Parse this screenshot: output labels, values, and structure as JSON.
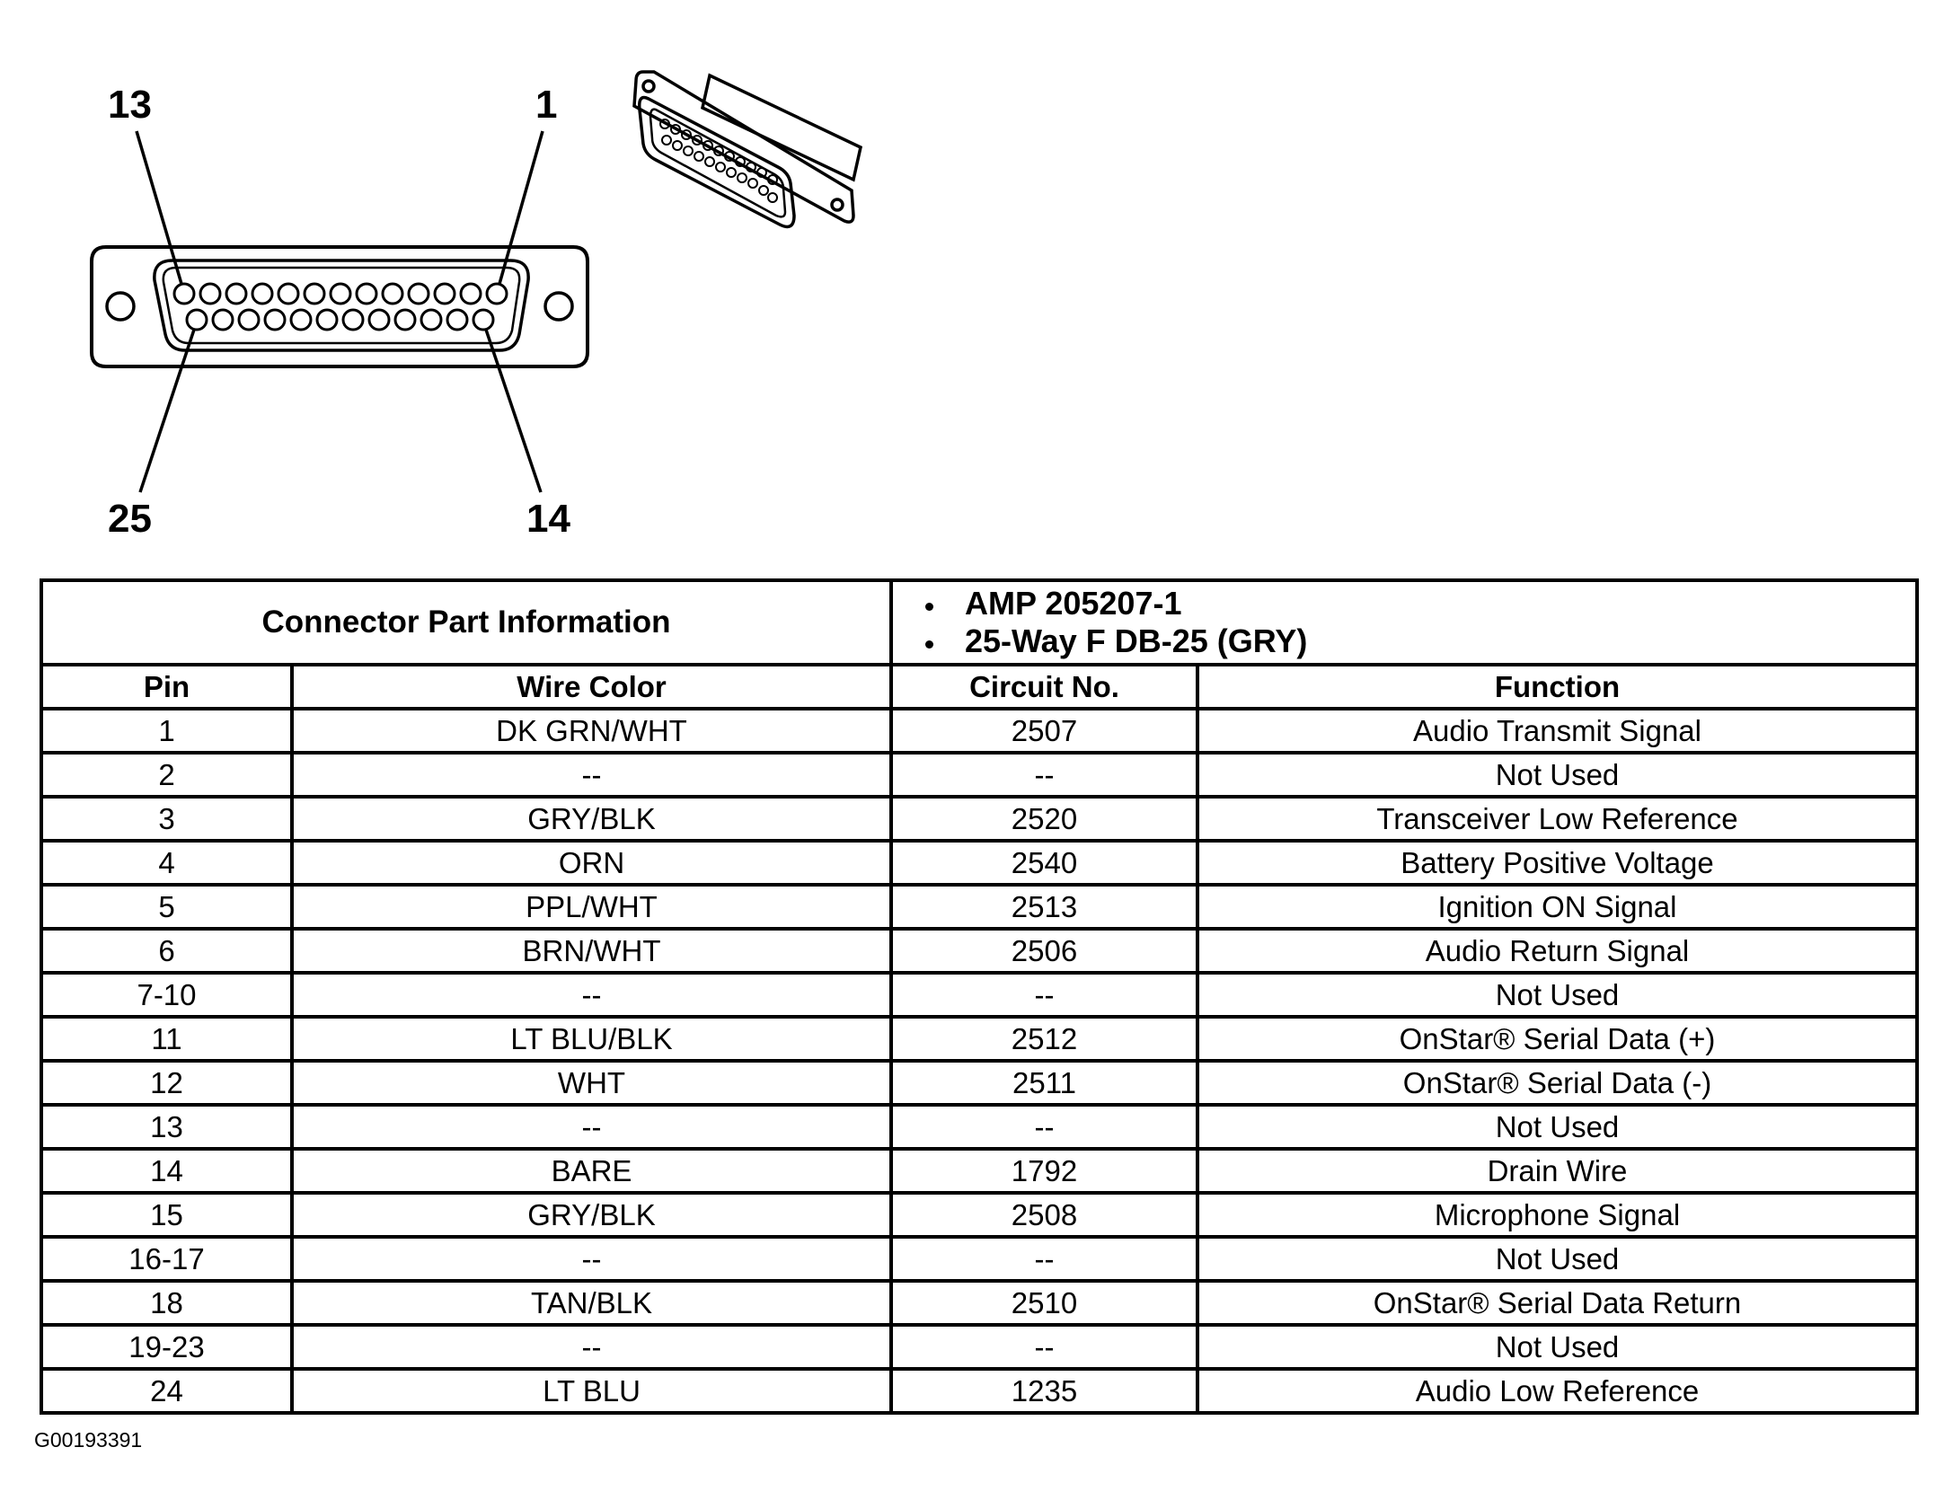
{
  "pin_callouts": {
    "top_left": "13",
    "top_right": "1",
    "bottom_left": "25",
    "bottom_right": "14"
  },
  "connector_info": {
    "label": "Connector Part Information",
    "items": [
      "AMP 205207-1",
      "25-Way F DB-25 (GRY)"
    ]
  },
  "table": {
    "headers": [
      "Pin",
      "Wire Color",
      "Circuit No.",
      "Function"
    ],
    "rows": [
      [
        "1",
        "DK GRN/WHT",
        "2507",
        "Audio Transmit Signal"
      ],
      [
        "2",
        "--",
        "--",
        "Not Used"
      ],
      [
        "3",
        "GRY/BLK",
        "2520",
        "Transceiver Low Reference"
      ],
      [
        "4",
        "ORN",
        "2540",
        "Battery Positive Voltage"
      ],
      [
        "5",
        "PPL/WHT",
        "2513",
        "Ignition ON Signal"
      ],
      [
        "6",
        "BRN/WHT",
        "2506",
        "Audio Return Signal"
      ],
      [
        "7-10",
        "--",
        "--",
        "Not Used"
      ],
      [
        "11",
        "LT BLU/BLK",
        "2512",
        "OnStar® Serial Data (+)"
      ],
      [
        "12",
        "WHT",
        "2511",
        "OnStar® Serial Data (-)"
      ],
      [
        "13",
        "--",
        "--",
        "Not Used"
      ],
      [
        "14",
        "BARE",
        "1792",
        "Drain Wire"
      ],
      [
        "15",
        "GRY/BLK",
        "2508",
        "Microphone Signal"
      ],
      [
        "16-17",
        "--",
        "--",
        "Not Used"
      ],
      [
        "18",
        "TAN/BLK",
        "2510",
        "OnStar® Serial Data Return"
      ],
      [
        "19-23",
        "--",
        "--",
        "Not Used"
      ],
      [
        "24",
        "LT BLU",
        "1235",
        "Audio Low Reference"
      ]
    ]
  },
  "figure_id": "G00193391"
}
